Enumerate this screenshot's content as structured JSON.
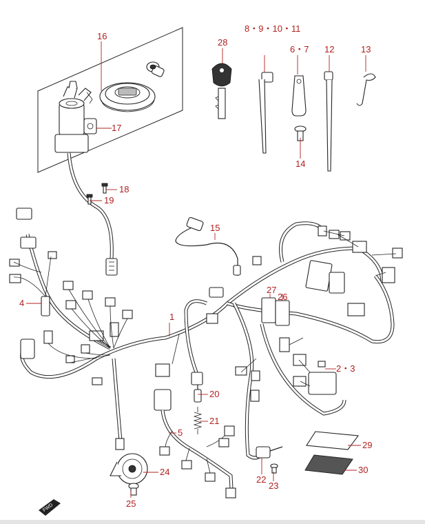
{
  "diagram": {
    "title": "Wiring Harness",
    "colors": {
      "label": "#b02020",
      "line": "#222222",
      "background": "#ffffff"
    },
    "callouts": {
      "c1": "1",
      "c2_3": "2・3",
      "c4": "4",
      "c5": "5",
      "c6_7": "6・7",
      "c8_11": "8・9・10・11",
      "c12": "12",
      "c13": "13",
      "c14": "14",
      "c15": "15",
      "c16": "16",
      "c17": "17",
      "c18": "18",
      "c19": "19",
      "c20": "20",
      "c21": "21",
      "c22": "22",
      "c23": "23",
      "c24": "24",
      "c25": "25",
      "c26": "26",
      "c27": "27",
      "c28": "28",
      "c29": "29",
      "c30": "30"
    },
    "fwd_badge": "FWD",
    "fwd_icon": "arrow-forward-icon"
  }
}
